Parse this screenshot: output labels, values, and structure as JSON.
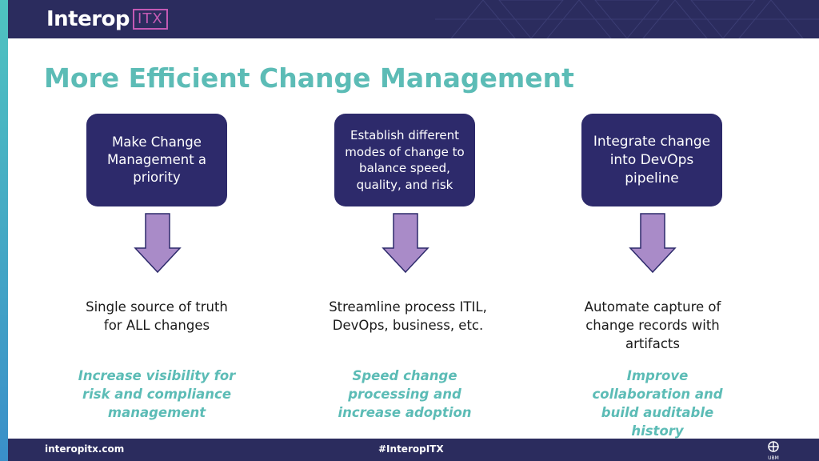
{
  "header": {
    "brand": "Interop",
    "brand_suffix": "ITX"
  },
  "slide": {
    "title": "More Efficient Change Management"
  },
  "columns": [
    {
      "box": "Make Change Management a priority",
      "result": "Single source of truth for ALL changes",
      "benefit": "Increase visibility for risk and compliance management"
    },
    {
      "box": "Establish different modes of change to balance speed, quality, and risk",
      "result": "Streamline process ITIL, DevOps, business, etc.",
      "benefit": "Speed change processing and increase adoption"
    },
    {
      "box": "Integrate change into DevOps pipeline",
      "result": "Automate capture of change records with artifacts",
      "benefit": "Improve collaboration and build auditable history"
    }
  ],
  "footer": {
    "site": "interopitx.com",
    "hashtag": "#InteropITX",
    "ubm": "UBM"
  },
  "colors": {
    "navy": "#2b2c5e",
    "box": "#2d2a6b",
    "teal": "#5cbcb6",
    "arrow": "#a98bc8",
    "accent": "#c35ab4"
  }
}
